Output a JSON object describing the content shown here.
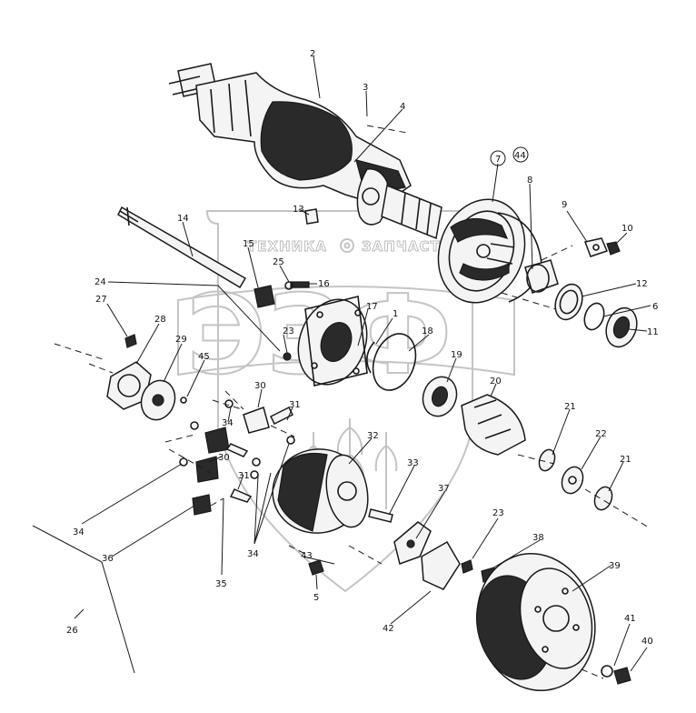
{
  "watermark": {
    "text_left": "ТЕХНИКА",
    "text_right": "ЗАПЧАСТИ",
    "big_letters": "ЭЗФ"
  },
  "callouts": [
    {
      "id": "c-2",
      "label": "2"
    },
    {
      "id": "c-3",
      "label": "3"
    },
    {
      "id": "c-4",
      "label": "4"
    },
    {
      "id": "c-7",
      "label": "7"
    },
    {
      "id": "c-44",
      "label": "44"
    },
    {
      "id": "c-8",
      "label": "8"
    },
    {
      "id": "c-9",
      "label": "9"
    },
    {
      "id": "c-10",
      "label": "10"
    },
    {
      "id": "c-12",
      "label": "12"
    },
    {
      "id": "c-6",
      "label": "6"
    },
    {
      "id": "c-11",
      "label": "11"
    },
    {
      "id": "c-13",
      "label": "13"
    },
    {
      "id": "c-14",
      "label": "14"
    },
    {
      "id": "c-15",
      "label": "15"
    },
    {
      "id": "c-25",
      "label": "25"
    },
    {
      "id": "c-16",
      "label": "16"
    },
    {
      "id": "c-24",
      "label": "24"
    },
    {
      "id": "c-27",
      "label": "27"
    },
    {
      "id": "c-28",
      "label": "28"
    },
    {
      "id": "c-23a",
      "label": "23"
    },
    {
      "id": "c-17",
      "label": "17"
    },
    {
      "id": "c-1",
      "label": "1"
    },
    {
      "id": "c-18",
      "label": "18"
    },
    {
      "id": "c-19",
      "label": "19"
    },
    {
      "id": "c-29",
      "label": "29"
    },
    {
      "id": "c-45",
      "label": "45"
    },
    {
      "id": "c-20",
      "label": "20"
    },
    {
      "id": "c-30a",
      "label": "30"
    },
    {
      "id": "c-31a",
      "label": "31"
    },
    {
      "id": "c-34a",
      "label": "34"
    },
    {
      "id": "c-21a",
      "label": "21"
    },
    {
      "id": "c-32",
      "label": "32"
    },
    {
      "id": "c-22",
      "label": "22"
    },
    {
      "id": "c-30b",
      "label": "30"
    },
    {
      "id": "c-31b",
      "label": "31"
    },
    {
      "id": "c-33",
      "label": "33"
    },
    {
      "id": "c-21b",
      "label": "21"
    },
    {
      "id": "c-37",
      "label": "37"
    },
    {
      "id": "c-34b",
      "label": "34"
    },
    {
      "id": "c-23b",
      "label": "23"
    },
    {
      "id": "c-38",
      "label": "38"
    },
    {
      "id": "c-36",
      "label": "36"
    },
    {
      "id": "c-34c",
      "label": "34"
    },
    {
      "id": "c-43",
      "label": "43"
    },
    {
      "id": "c-39",
      "label": "39"
    },
    {
      "id": "c-35",
      "label": "35"
    },
    {
      "id": "c-5",
      "label": "5"
    },
    {
      "id": "c-42",
      "label": "42"
    },
    {
      "id": "c-41",
      "label": "41"
    },
    {
      "id": "c-40",
      "label": "40"
    },
    {
      "id": "c-26",
      "label": "26"
    }
  ]
}
